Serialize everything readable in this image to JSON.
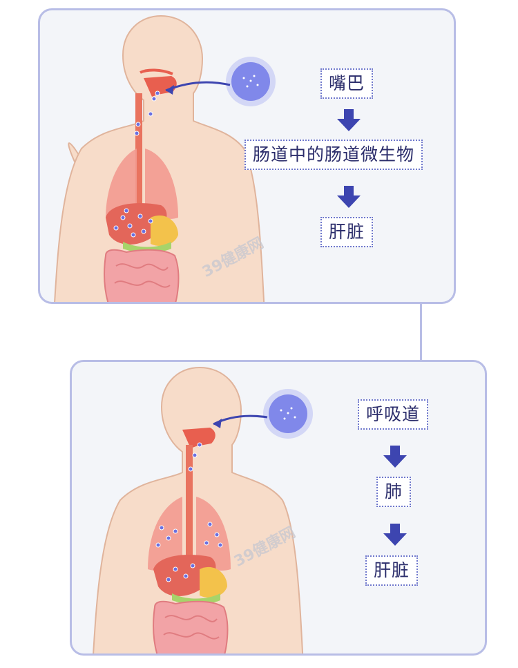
{
  "watermark": "39健康网",
  "panel1": {
    "steps": [
      "嘴巴",
      "肠道中的肠道微生物",
      "肝脏"
    ]
  },
  "panel2": {
    "steps": [
      "呼吸道",
      "肺",
      "肝脏"
    ]
  },
  "colors": {
    "panel_border": "#b8bde6",
    "panel_bg": "#f3f5f9",
    "arrow": "#3d45b0",
    "skin": "#f7dcc9",
    "organ_red": "#ef8a7a",
    "liver": "#e3665a",
    "stomach": "#f3c24b",
    "intestine": "#f2a3a6"
  }
}
